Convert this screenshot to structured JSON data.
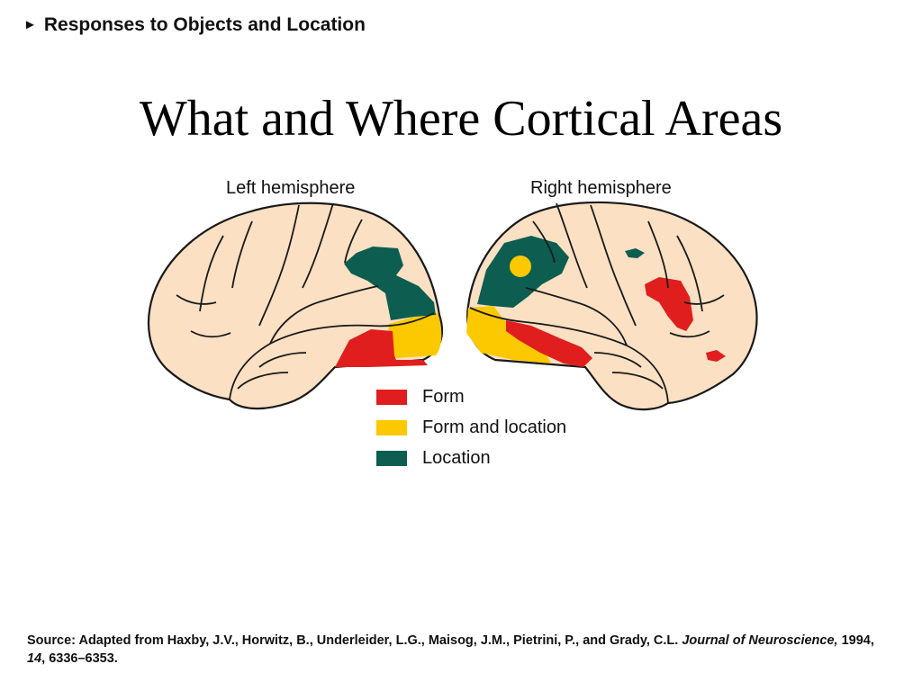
{
  "header": {
    "bullet": "►",
    "title": "Responses to Objects and Location"
  },
  "slide": {
    "title": "What and Where Cortical Areas"
  },
  "figure": {
    "left_label": "Left hemisphere",
    "right_label": "Right hemisphere",
    "colors": {
      "brain_fill": "#fbe0c3",
      "outline": "#1a1a1a",
      "form": "#e01e1e",
      "form_and_location": "#fcc800",
      "location": "#0d5e50"
    }
  },
  "legend": {
    "items": [
      {
        "label": "Form",
        "color": "#e01e1e"
      },
      {
        "label": "Form and location",
        "color": "#fcc800"
      },
      {
        "label": "Location",
        "color": "#0d5e50"
      }
    ]
  },
  "source": {
    "prefix": "Source: Adapted from Haxby, J.V., Horwitz, B., Underleider, L.G., Maisog, J.M., Pietrini, P., and Grady, C.L. ",
    "journal": "Journal of Neuroscience,",
    "year": " 1994, ",
    "volume": "14",
    "pages": ", 6336–6353."
  }
}
